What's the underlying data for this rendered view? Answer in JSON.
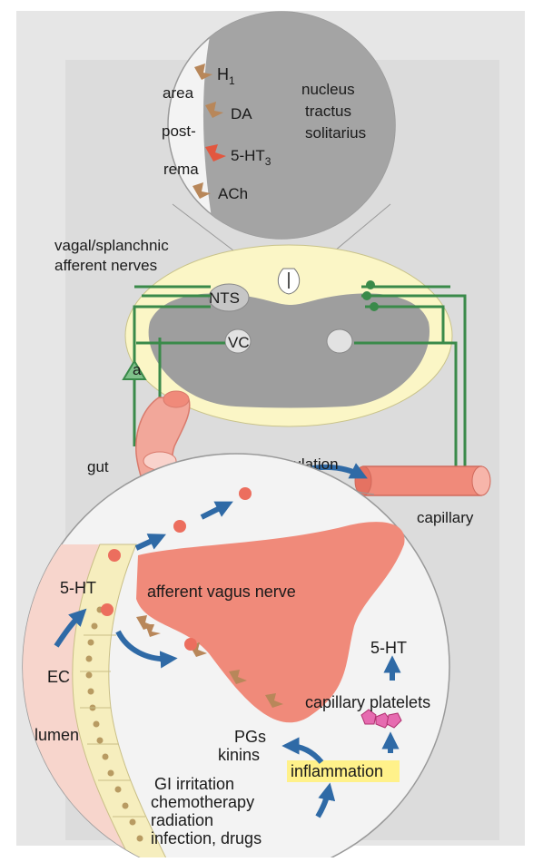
{
  "top_inset": {
    "receptors": [
      "H",
      "DA",
      "5-HT",
      "ACh"
    ],
    "receptor_subscripts": {
      "h1": "1",
      "ht3": "3"
    },
    "area_postrema": [
      "area",
      "post-",
      "rema"
    ],
    "nucleus": [
      "nucleus",
      "tractus",
      "solitarius"
    ]
  },
  "middle": {
    "nerves_label": [
      "vagal/splanchnic",
      "afferent nerves"
    ],
    "nts": "NTS",
    "vc": "VC",
    "a": "a",
    "gut": "gut",
    "circulation": "circulation",
    "capillary": "capillary"
  },
  "bottom_inset": {
    "serotonin_left": "5-HT",
    "afferent_vagus": "afferent vagus nerve",
    "serotonin_right": "5-HT",
    "ec": "EC",
    "capillary_platelets": "capillary platelets",
    "lumen": "lumen",
    "pgs": "PGs",
    "kinins": "kinins",
    "inflammation": "inflammation",
    "causes": [
      "GI irritation",
      "chemotherapy",
      "radiation",
      "infection, drugs"
    ]
  },
  "colors": {
    "panel_bg": "#e8e8e8",
    "inset_bg": "#f3f3f3",
    "gray_matter": "#9e9e9e",
    "white_matter": "#fbf6c6",
    "nerve_green": "#3a8a4a",
    "nerve_red": "#f08a7a",
    "arrow_blue": "#2f6aa6",
    "receptor_brown": "#b8875a"
  }
}
